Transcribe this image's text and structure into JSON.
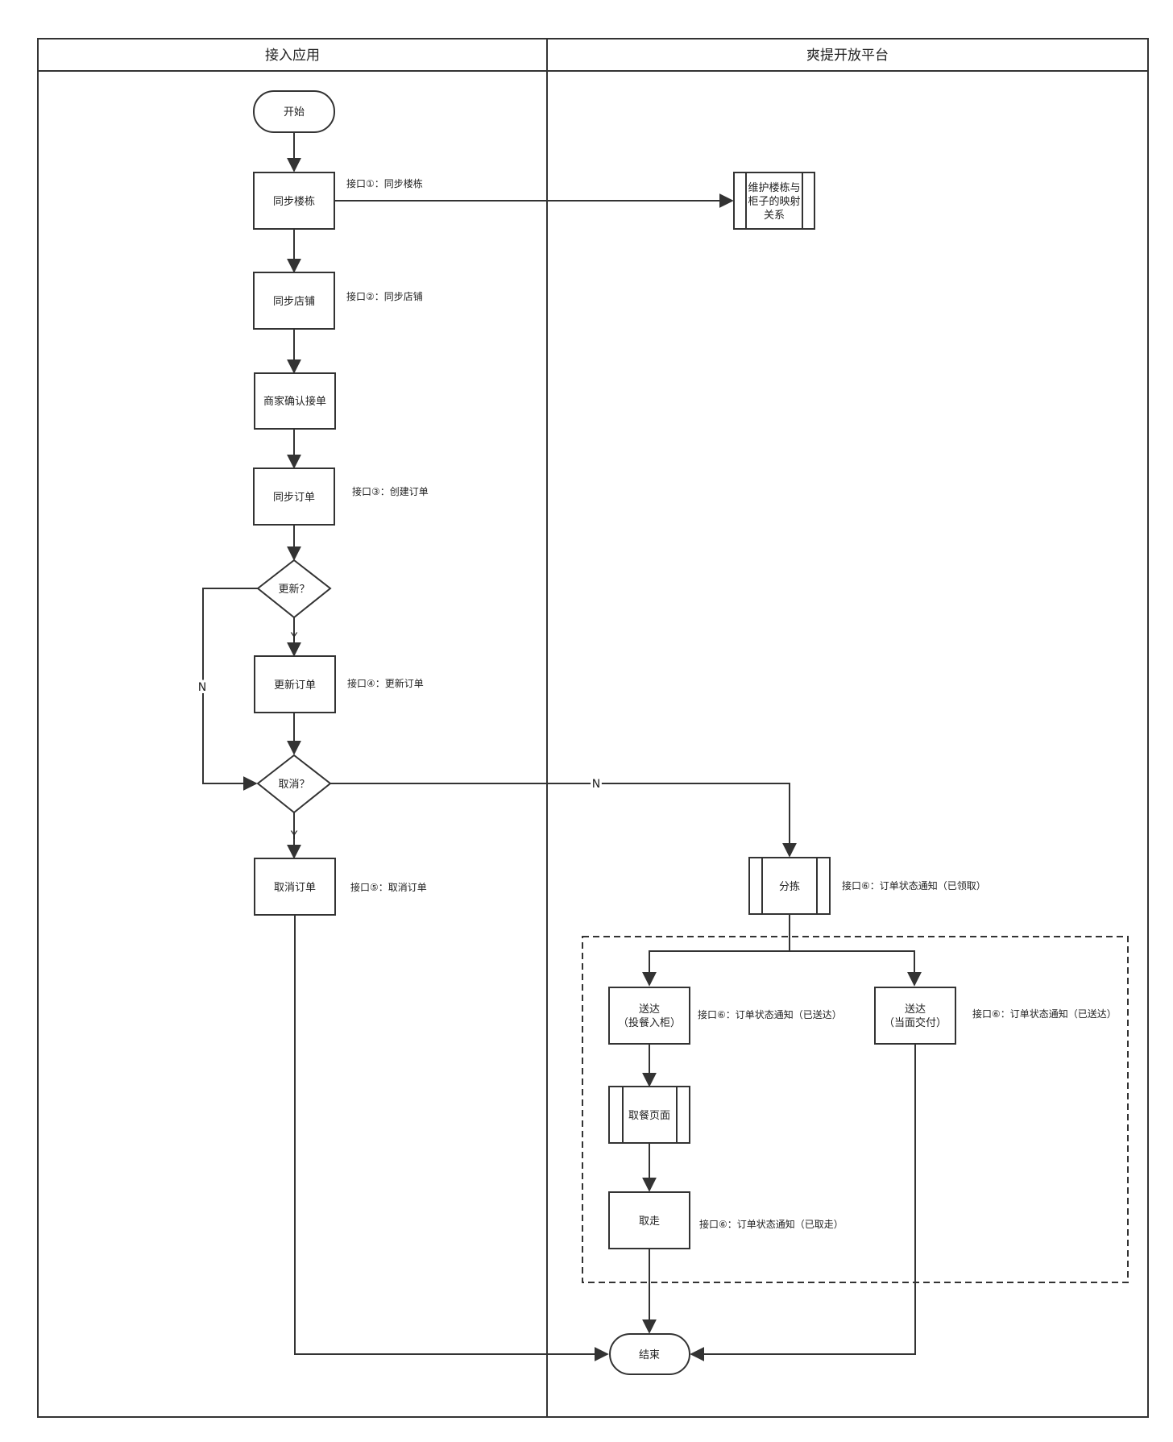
{
  "lanes": {
    "left": "接入应用",
    "right": "爽提开放平台"
  },
  "nodes": {
    "start": "开始",
    "sync_building": "同步楼栋",
    "maintain_map": [
      "维护楼栋与",
      "柜子的映射",
      "关系"
    ],
    "sync_store": "同步店铺",
    "merchant_confirm": "商家确认接单",
    "sync_order": "同步订单",
    "update_q": "更新？",
    "update_order": "更新订单",
    "cancel_q": "取消？",
    "cancel_order": "取消订单",
    "sort": "分拣",
    "deliver_locker": [
      "送达",
      "（投餐入柜）"
    ],
    "deliver_face": [
      "送达",
      "（当面交付）"
    ],
    "pickup_page": "取餐页面",
    "taken": "取走",
    "end": "结束"
  },
  "labels": {
    "api1": "接口①：同步楼栋",
    "api2": "接口②：同步店铺",
    "api3": "接口③：创建订单",
    "api4": "接口④：更新订单",
    "api5": "接口⑤：取消订单",
    "api6_picked": "接口⑥：订单状态通知（已领取）",
    "api6_delivered_locker": "接口⑥：订单状态通知（已送达）",
    "api6_delivered_face": "接口⑥：订单状态通知（已送达）",
    "api6_taken": "接口⑥：订单状态通知（已取走）"
  },
  "edges": {
    "update_yes": "Y",
    "update_no": "N",
    "cancel_yes": "Y",
    "cancel_no": "N"
  }
}
